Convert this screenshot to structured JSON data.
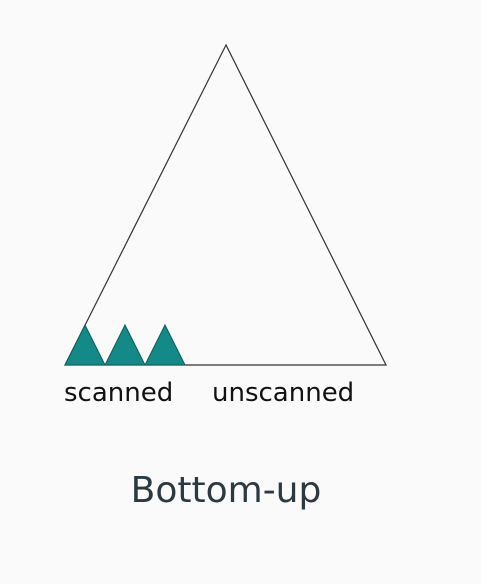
{
  "labels": {
    "scanned": "scanned",
    "unscanned": "unscanned"
  },
  "caption": "Bottom-up",
  "colors": {
    "background": "#fafafa",
    "outline": "#333333",
    "scanned_fill": "#138a87",
    "label_text": "#111111",
    "caption_text": "#2b3a40"
  },
  "diagram": {
    "large_triangle": "outline",
    "scanned_subtrees": 3
  }
}
